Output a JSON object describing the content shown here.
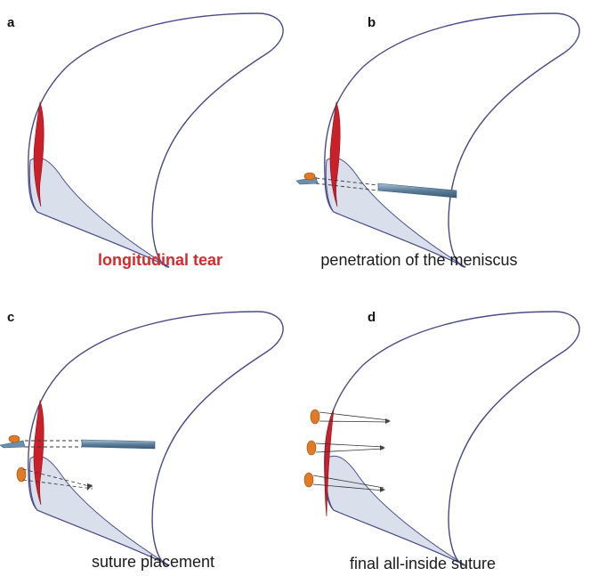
{
  "panels": [
    {
      "letter": "a",
      "caption": "longitudinal tear",
      "caption_color": "#d42a2a"
    },
    {
      "letter": "b",
      "caption": "penetration of the meniscus",
      "caption_color": "#1a1a1a"
    },
    {
      "letter": "c",
      "caption": "suture placement",
      "caption_color": "#1a1a1a"
    },
    {
      "letter": "d",
      "caption": "final all-inside suture",
      "caption_color": "#1a1a1a"
    }
  ],
  "colors": {
    "meniscus_outline": "#4a4a8a",
    "meniscus_fill": "#ffffff",
    "meniscus_shadow": "#d9e0ec",
    "tear": "#c9202a",
    "anchor": "#e07a24",
    "needle": "#6e8faa",
    "suture_line": "#333333"
  }
}
